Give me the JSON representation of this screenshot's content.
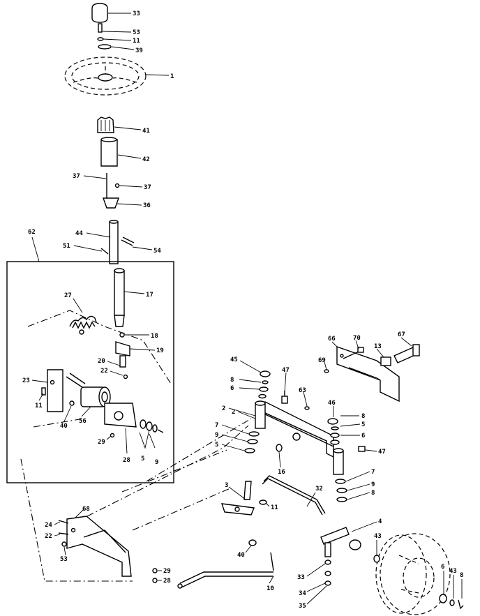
{
  "diagram": {
    "callouts": {
      "c33a": "33",
      "c53a": "53",
      "c11a": "11",
      "c39": "39",
      "c1": "1",
      "c41": "41",
      "c42": "42",
      "c37a": "37",
      "c37b": "37",
      "c36": "36",
      "c62": "62",
      "c44": "44",
      "c51": "51",
      "c54": "54",
      "c17": "17",
      "c27": "27",
      "c18": "18",
      "c19": "19",
      "c20": "20",
      "c22a": "22",
      "c23a": "23",
      "c11b": "11",
      "c40a": "40",
      "c56": "56",
      "c29a": "29",
      "c28a": "28",
      "c5a": "5",
      "c9a": "9",
      "c66": "66",
      "c70": "70",
      "c13": "13",
      "c67": "67",
      "c69": "69",
      "c45": "45",
      "c47a": "47",
      "c8a": "8",
      "c6a": "6",
      "c2a": "2",
      "c63": "63",
      "c2b": "2",
      "c7a": "7",
      "c9b": "9",
      "c5b": "5",
      "c46": "46",
      "c8b": "8",
      "c5c": "5",
      "c6b": "6",
      "c47b": "47",
      "c16": "16",
      "c7b": "7",
      "c9c": "9",
      "c8c": "8",
      "c3": "3",
      "c32": "32",
      "c11c": "11",
      "c4": "4",
      "c68": "68",
      "c24": "24",
      "c22b": "22",
      "c53b": "53",
      "c29b": "29",
      "c28b": "28",
      "c40b": "40",
      "c10": "10",
      "c33b": "33",
      "c34": "34",
      "c35": "35",
      "c43a": "43",
      "c6c": "6",
      "c43b": "43",
      "c8d": "8"
    }
  }
}
